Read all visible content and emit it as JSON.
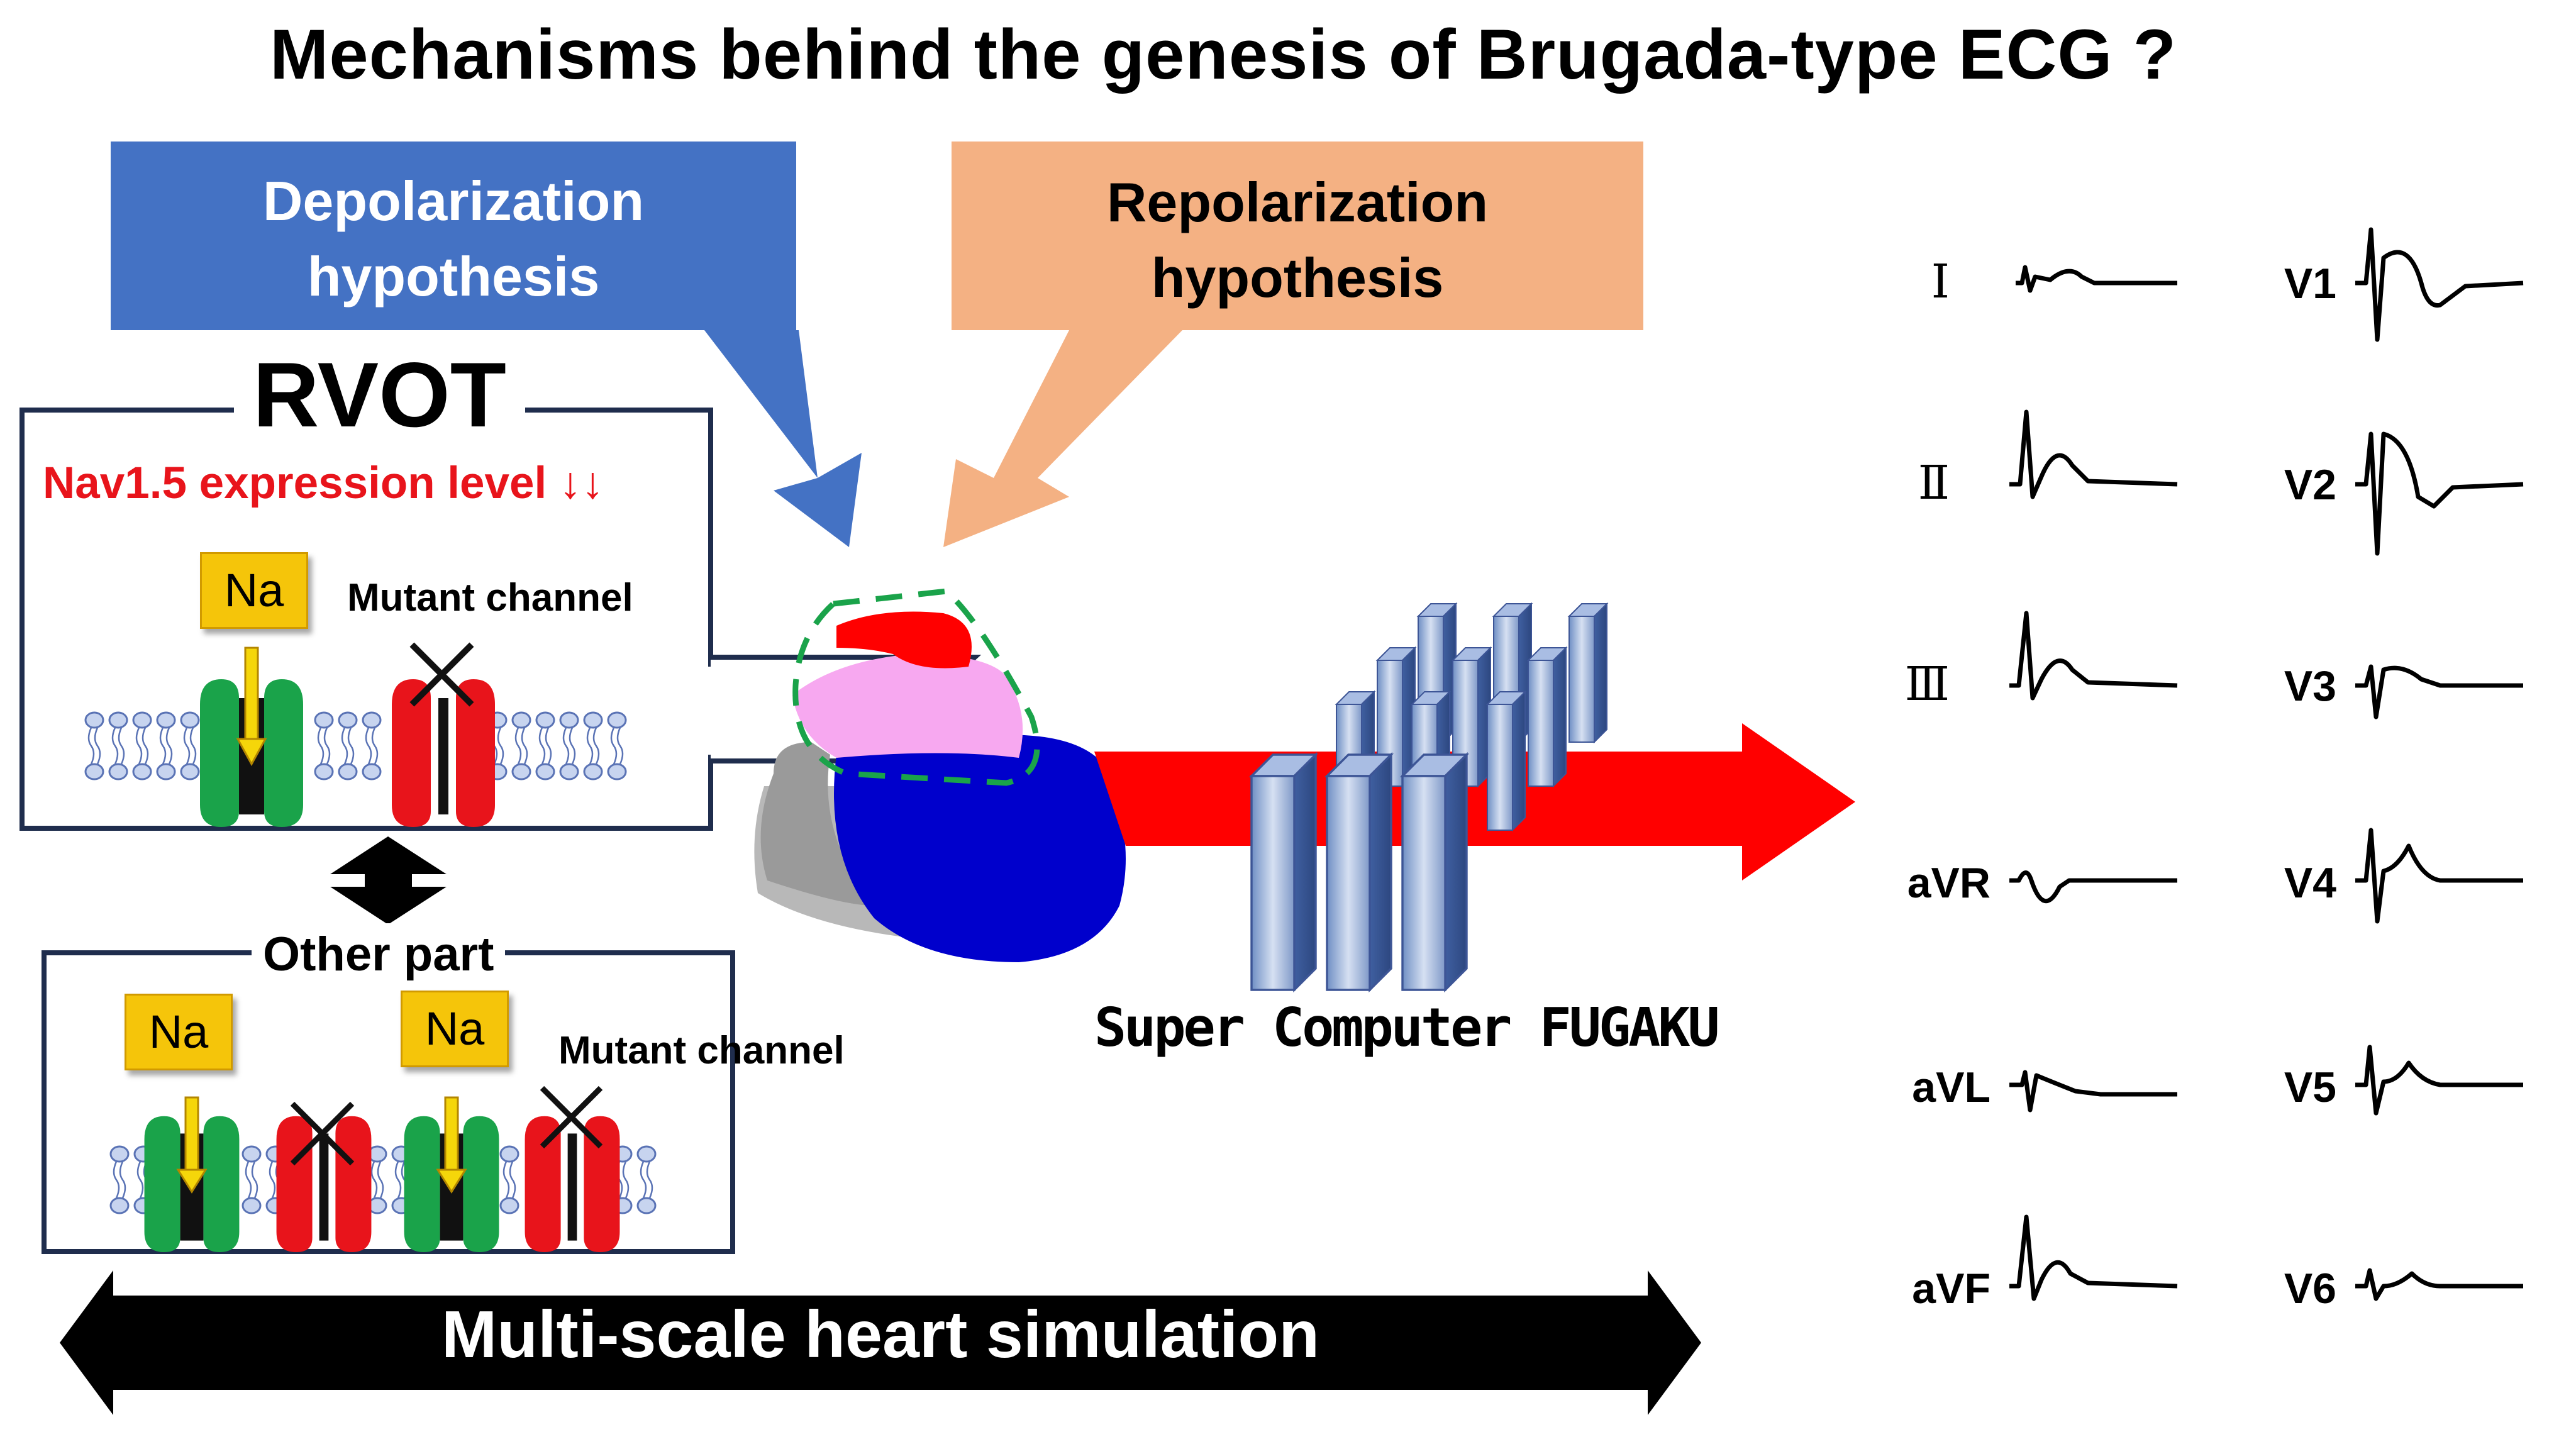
{
  "title": "Mechanisms behind the genesis of Brugada-type ECG ?",
  "depolarization": {
    "line1": "Depolarization",
    "line2": "hypothesis",
    "color": "#4472c4"
  },
  "repolarization": {
    "line1": "Repolarization",
    "line2": "hypothesis",
    "color": "#f4b183"
  },
  "rvot": {
    "title": "RVOT",
    "expression_label": "Nav1.5 expression level ↓↓",
    "na_label": "Na",
    "mutant_label": "Mutant channel"
  },
  "other_part": {
    "title": "Other part",
    "na_labels": [
      "Na",
      "Na"
    ],
    "mutant_label": "Mutant channel"
  },
  "supercomputer_label": "Super Computer FUGAKU",
  "simulation_label": "Multi-scale heart simulation",
  "ecg_leads": {
    "left": [
      "Ⅰ",
      "Ⅱ",
      "Ⅲ",
      "aVR",
      "aVL",
      "aVF"
    ],
    "right": [
      "V1",
      "V2",
      "V3",
      "V4",
      "V5",
      "V6"
    ]
  },
  "colors": {
    "rvot_red": "#ff0000",
    "rvot_pink": "#f7a8f0",
    "ventricle_blue": "#0000cc",
    "channel_green": "#1aa34a",
    "mutant_red": "#e8141b",
    "na_yellow": "#f5c50a",
    "arrow_red": "#ff0000",
    "box_border": "#1f2d4d"
  },
  "icons": [
    "double-arrow-vertical-icon",
    "cross-icon",
    "na-influx-arrow-icon",
    "heart-model-icon",
    "supercomputer-icon"
  ]
}
